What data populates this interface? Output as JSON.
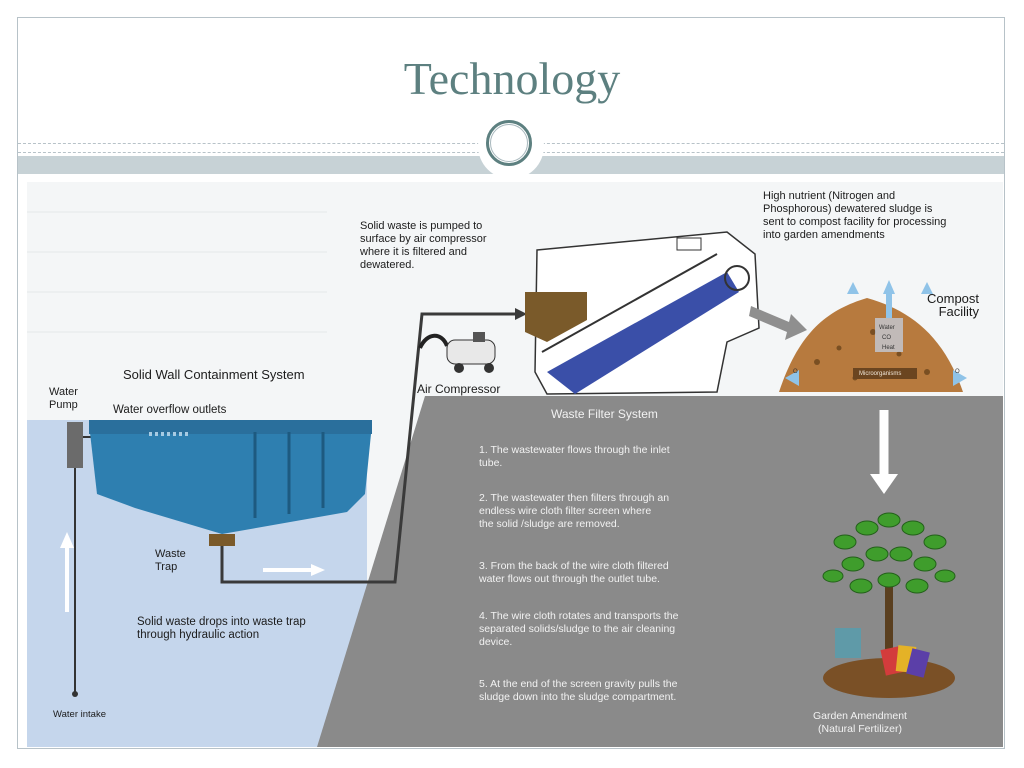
{
  "slide": {
    "title": "Technology"
  },
  "diagram": {
    "water_pump_label": "Water\nPump",
    "overflow_label": "Water overflow outlets",
    "containment_label": "Solid Wall Containment System",
    "waste_trap_label": "Waste\nTrap",
    "solid_drop_label": "Solid waste drops into waste trap\nthrough hydraulic action",
    "water_intake_label": "Water intake",
    "solid_pumped_label": "Solid waste is pumped to\nsurface by air compressor\nwhere it is filtered and\ndewatered.",
    "air_compressor_label": "Air Compressor",
    "high_nutrient_label": "High nutrient (Nitrogen and\nPhosphorous) dewatered sludge is\nsent to compost facility for processing\ninto garden amendments",
    "compost_label": "Compost\nFacility",
    "garden_label": "Garden Amendment\n(Natural Fertilizer)",
    "filter_title": "Waste Filter System",
    "filter_steps": [
      "1. The wastewater flows through the inlet\n    tube.",
      "2. The wastewater then filters through an\n    endless wire cloth filter screen where\n    the solid /sludge are removed.",
      "3. From the back of the wire cloth filtered\n    water flows out through the outlet tube.",
      "4. The wire cloth rotates and transports the\n    separated solids/sludge to the air cleaning\n    device.",
      "5. At the end of the screen gravity pulls the\n    sludge down into the sludge compartment."
    ],
    "compost_water": "Water",
    "compost_co2": "CO",
    "compost_heat": "Heat",
    "compost_micro": "Microorganisms",
    "compost_o2_left": "O",
    "compost_o2_right": "O"
  },
  "colors": {
    "title": "#5d8080",
    "band": "#c7d2d6",
    "water": "#c5d6ec",
    "tank": "#2e7fb0",
    "panel": "#8a8a8a",
    "filter_belt": "#3a4fa8",
    "leaf": "#3f9d2c"
  }
}
